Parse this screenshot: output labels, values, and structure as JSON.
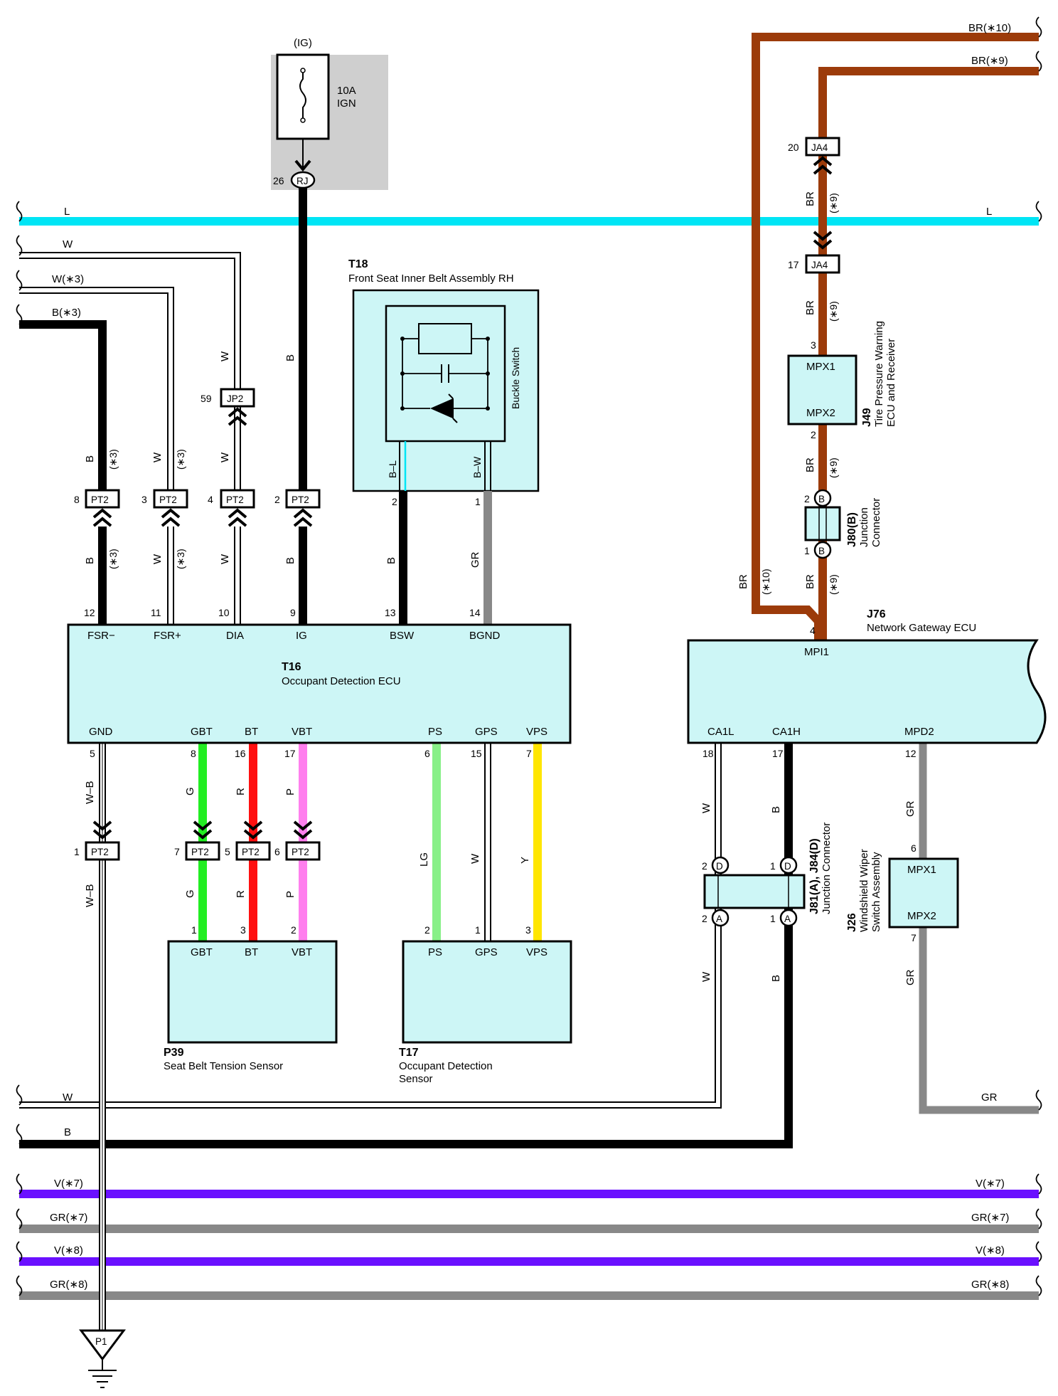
{
  "fuse": {
    "source": "(IG)",
    "rating": "10A",
    "name": "IGN",
    "connector": "RJ",
    "pin": "26"
  },
  "colors": {
    "L": "#00e5f5",
    "BR": "#9c3b0a",
    "B": "#000000",
    "W": "#ffffff",
    "G": "#22ee22",
    "R": "#ff1010",
    "P": "#ff7fee",
    "LG": "#88f088",
    "Y": "#ffe600",
    "GR": "#888888",
    "V": "#6a10ff",
    "box": "#cdf6f6"
  },
  "buses": {
    "L_left": "L",
    "L_right": "L",
    "W": "W",
    "W3": "W(∗3)",
    "B3": "B(∗3)",
    "BR10": "BR(∗10)",
    "BR9": "BR(∗9)",
    "W_bottom": "W",
    "B_bottom": "B",
    "GR_right": "GR",
    "V7": "V(∗7)",
    "GR7": "GR(∗7)",
    "V8": "V(∗8)",
    "GR8": "GR(∗8)"
  },
  "components": {
    "t16": {
      "code": "T16",
      "name": "Occupant Detection ECU",
      "top_pins": [
        "FSR−",
        "FSR+",
        "DIA",
        "IG",
        "BSW",
        "BGND"
      ],
      "top_nums": [
        "12",
        "11",
        "10",
        "9",
        "13",
        "14"
      ],
      "bottom_pins": [
        "GND",
        "GBT",
        "BT",
        "VBT",
        "PS",
        "GPS",
        "VPS"
      ],
      "bottom_nums": [
        "5",
        "8",
        "16",
        "17",
        "6",
        "15",
        "7"
      ]
    },
    "t18": {
      "code": "T18",
      "name": "Front Seat Inner Belt Assembly RH",
      "switch": "Buckle Switch",
      "wire_left": "B–L",
      "wire_right": "B–W",
      "pin_left": "2",
      "pin_right": "1"
    },
    "p39": {
      "code": "P39",
      "name": "Seat Belt Tension Sensor",
      "pins": [
        "GBT",
        "BT",
        "VBT"
      ],
      "nums": [
        "1",
        "3",
        "2"
      ]
    },
    "t17": {
      "code": "T17",
      "name_line1": "Occupant Detection",
      "name_line2": "Sensor",
      "pins": [
        "PS",
        "GPS",
        "VPS"
      ],
      "nums": [
        "2",
        "1",
        "3"
      ]
    },
    "j76": {
      "code": "J76",
      "name": "Network Gateway ECU",
      "top_pin": "MPI1",
      "top_num": "4",
      "bottom_pins": [
        "CA1L",
        "CA1H",
        "MPD2"
      ],
      "bottom_nums": [
        "18",
        "17",
        "12"
      ]
    },
    "j49": {
      "code": "J49",
      "name_line1": "Tire Pressure Warning",
      "name_line2": "ECU and Receiver",
      "pin_top": "MPX1",
      "pin_bottom": "MPX2",
      "num_top": "3",
      "num_bottom": "2"
    },
    "j80": {
      "code": "J80(B)",
      "name_line1": "Junction",
      "name_line2": "Connector",
      "letter": "B",
      "num_top": "2",
      "num_bottom": "1"
    },
    "j81": {
      "code": "J81(A), J84(D)",
      "name": "Junction Connector",
      "letter_top": "D",
      "letter_bottom": "A",
      "num_tl": "2",
      "num_tr": "1",
      "num_bl": "2",
      "num_br": "1"
    },
    "j26": {
      "code": "J26",
      "name_line1": "Windshield Wiper",
      "name_line2": "Switch Assembly",
      "pin_top": "MPX1",
      "pin_bottom": "MPX2",
      "num_top": "6",
      "num_bottom": "7"
    },
    "p1": {
      "code": "P1"
    }
  },
  "connectors": {
    "pt2": "PT2",
    "jp2": "JP2",
    "ja4": "JA4",
    "pt2_top_nums": [
      "8",
      "3",
      "4",
      "2"
    ],
    "jp2_num": "59",
    "ja4_top_num": "20",
    "ja4_bottom_num": "17",
    "pt2_bottom_nums": [
      "1",
      "7",
      "5",
      "6"
    ]
  },
  "wire_labels": {
    "fsrm_up": "B",
    "fsrm_up_note": "(∗3)",
    "fsrm_dn": "B",
    "fsrm_dn_note": "(∗3)",
    "fsrp_up": "W",
    "fsrp_up_note": "(∗3)",
    "fsrp_dn": "W",
    "fsrp_dn_note": "(∗3)",
    "dia_top": "W",
    "dia_mid": "W",
    "dia_dn": "W",
    "ig_up": "B",
    "ig_dn": "B",
    "bsw": "B",
    "bgnd": "GR",
    "ja4_mid": "BR",
    "ja4_mid_note": "(∗9)",
    "j49_up": "BR",
    "j49_up_note": "(∗9)",
    "j49_dn": "BR",
    "j49_dn_note": "(∗9)",
    "j80_dn": "BR",
    "j80_dn_note": "(∗9)",
    "br10": "BR",
    "br10_note": "(∗10)",
    "gnd_up": "W–B",
    "gnd_dn": "W–B",
    "gbt_up": "G",
    "gbt_dn": "G",
    "bt_up": "R",
    "bt_dn": "R",
    "vbt_up": "P",
    "vbt_dn": "P",
    "ps": "LG",
    "gps": "W",
    "vps": "Y",
    "ca1l_up": "W",
    "ca1l_dn": "W",
    "ca1h_up": "B",
    "ca1h_dn": "B",
    "mpd2_up": "GR",
    "mpd2_dn": "GR"
  }
}
